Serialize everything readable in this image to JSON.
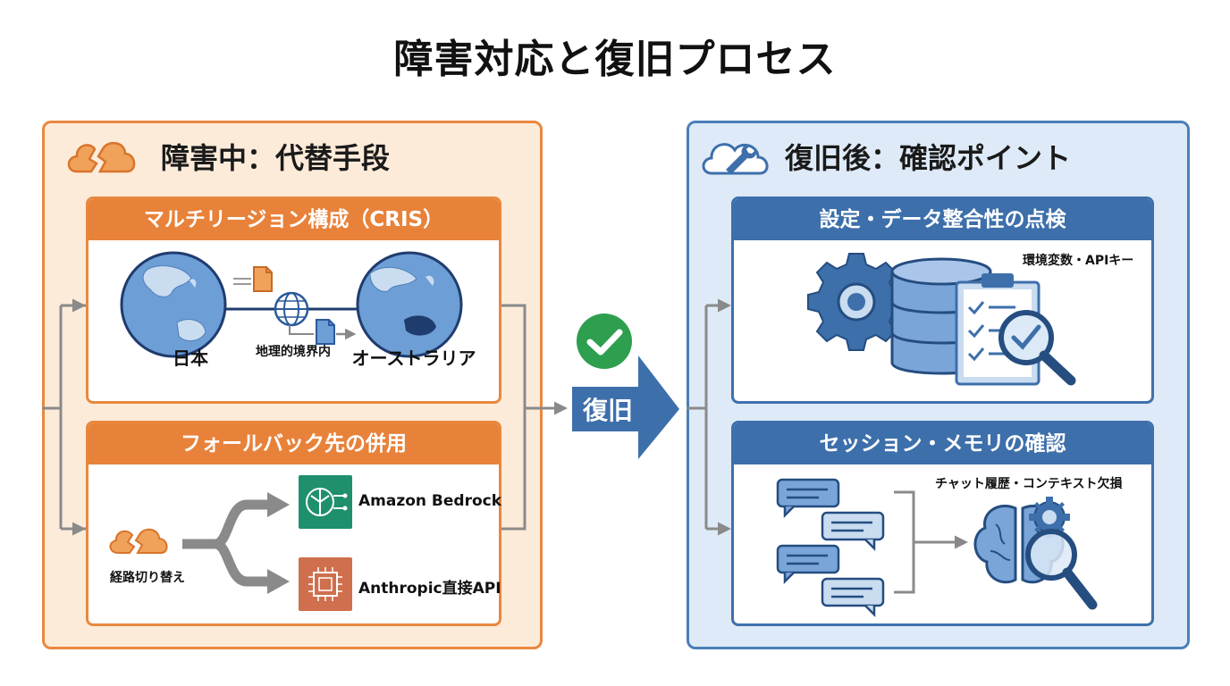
{
  "title": "障害対応と復旧プロセス",
  "left": {
    "heading": "障害中：代替手段",
    "cris": {
      "heading": "マルチリージョン構成（CRIS）",
      "region_a": "日本",
      "region_b": "オーストラリア",
      "link_label": "地理的境界内"
    },
    "fallback": {
      "heading": "フォールバック先の併用",
      "switch_label": "経路切り替え",
      "target_a": "Amazon Bedrock",
      "target_b": "Anthropic直接API"
    }
  },
  "center": {
    "arrow_label": "復旧"
  },
  "right": {
    "heading": "復旧後：確認ポイント",
    "config": {
      "heading": "設定・データ整合性の点検",
      "note": "環境変数・APIキー"
    },
    "session": {
      "heading": "セッション・メモリの確認",
      "note": "チャット履歴・コンテキスト欠損"
    }
  },
  "colors": {
    "orange": "#e8823a",
    "orange_bg": "#fdebd9",
    "blue": "#3d6fab",
    "blue_bg": "#deeaf7",
    "green_check": "#2e9e4f",
    "arrow_gray": "#8a8a8a"
  }
}
